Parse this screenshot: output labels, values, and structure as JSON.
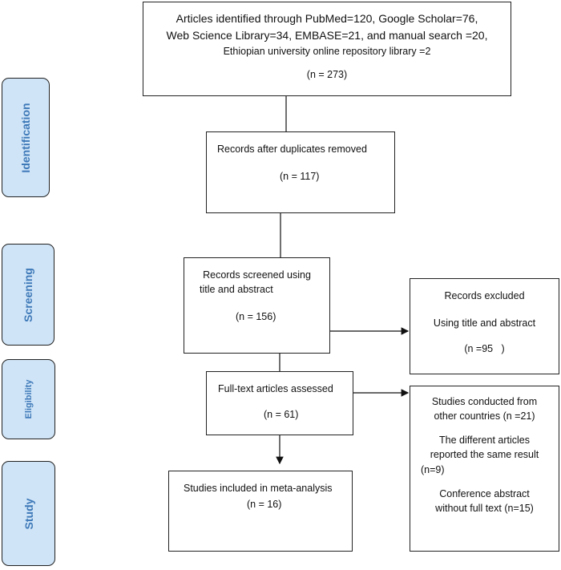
{
  "phases": {
    "identification": "Identification",
    "screening": "Screening",
    "eligibility": "Eligibility",
    "study": "Study"
  },
  "boxes": {
    "identified": {
      "line1": "Articles identified through PubMed=120, Google Scholar=76,",
      "line2": "Web Science Library=34, EMBASE=21, and manual search =20,",
      "line3": "Ethiopian university online repository library =2",
      "count": "(n = 273)"
    },
    "duplicates_removed": {
      "title": "Records after duplicates removed",
      "count": "(n = 117)"
    },
    "screened": {
      "line1": "Records screened using",
      "line2": "title and abstract",
      "count": "(n = 156)"
    },
    "excluded": {
      "title": "Records excluded",
      "subtitle": "Using title and abstract",
      "count": "(n =95   )"
    },
    "full_text": {
      "title": "Full-text articles assessed",
      "count": "(n = 61)"
    },
    "full_text_excluded": {
      "item1_line1": "Studies conducted from",
      "item1_line2": "other countries (n =21)",
      "item2_line1": "The different articles",
      "item2_line2": "reported the same result",
      "item2_line3": "(n=9)",
      "item3_line1": "Conference abstract",
      "item3_line2": "without full text (n=15)"
    },
    "included": {
      "title": "Studies included in meta-analysis",
      "count": "(n = 16)"
    }
  }
}
